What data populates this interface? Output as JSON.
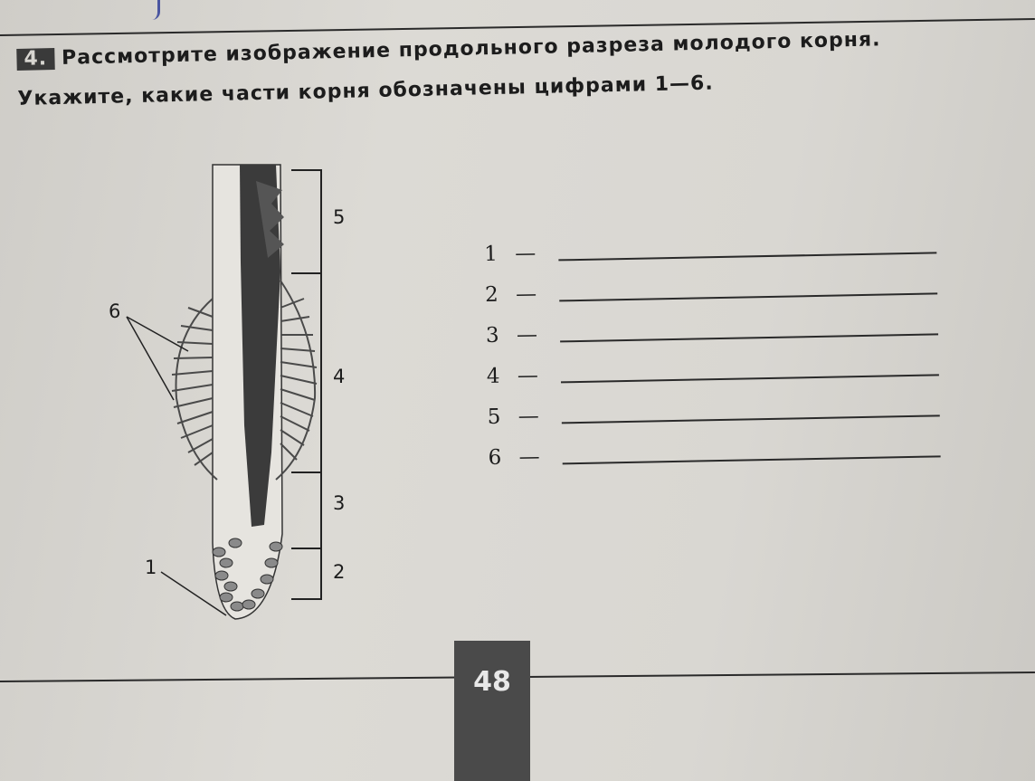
{
  "task": {
    "number": "4.",
    "line1": "Рассмотрите изображение продольного разреза молодого корня.",
    "line2": "Укажите, какие части корня обозначены цифрами 1—6."
  },
  "figure": {
    "labels": {
      "l1": "1",
      "l2": "2",
      "l3": "3",
      "l4": "4",
      "l5": "5",
      "l6": "6"
    }
  },
  "answers": [
    {
      "num": "1",
      "dash": "—"
    },
    {
      "num": "2",
      "dash": "—"
    },
    {
      "num": "3",
      "dash": "—"
    },
    {
      "num": "4",
      "dash": "—"
    },
    {
      "num": "5",
      "dash": "—"
    },
    {
      "num": "6",
      "dash": "—"
    }
  ],
  "page_number": "48"
}
